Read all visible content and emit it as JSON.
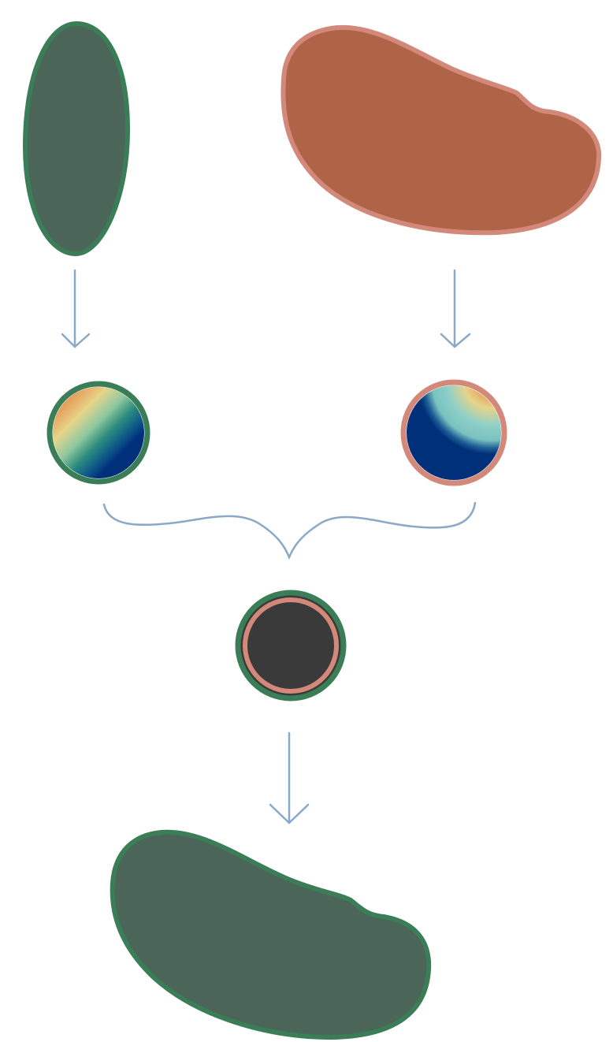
{
  "colors": {
    "background": "#ffffff",
    "green_fill": "#4b6659",
    "green_stroke": "#3a7d57",
    "orange_fill": "#af6448",
    "orange_stroke": "#d3897a",
    "arrow": "#8aa8c8",
    "merged_fill": "#3a3a3a",
    "map_dark_blue": "#00307a",
    "map_teal": "#2a8a7c",
    "map_light": "#8fd0c8",
    "map_yellow": "#e6d48a",
    "map_red": "#d8452c"
  },
  "nodes": {
    "source_shape": "green-ellipse-shape",
    "target_shape": "orange-bean-shape",
    "source_disk": "source-disk-parameterization",
    "target_disk": "target-disk-parameterization",
    "merged_disk": "combined-disk",
    "result_shape": "green-bean-shape"
  },
  "icons": {
    "arrow": "arrow-down-icon",
    "brace": "brace-icon"
  }
}
